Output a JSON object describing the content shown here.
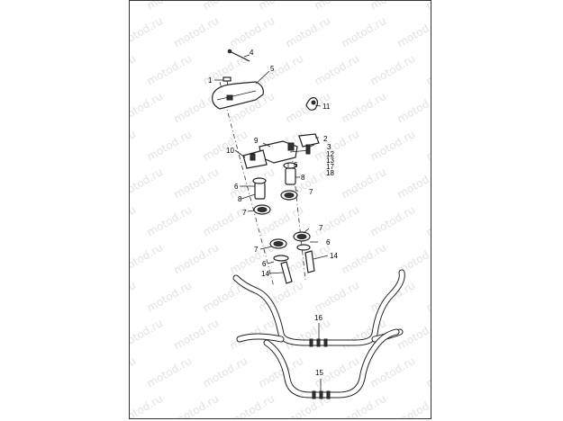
{
  "watermark": "motod.ru",
  "callouts": {
    "c1": "1",
    "c2": "2",
    "c3": "3",
    "c4": "4",
    "c5": "5",
    "c6a": "6",
    "c6b": "6",
    "c6c": "6",
    "c6d": "6",
    "c7a": "7",
    "c7b": "7",
    "c7c": "7",
    "c7d": "7",
    "c8a": "8",
    "c8b": "8",
    "c9": "9",
    "c10": "10",
    "c11": "11",
    "c12": "12",
    "c13": "13",
    "c17": "17",
    "c18": "18",
    "c14a": "14",
    "c14b": "14",
    "c15": "15",
    "c16": "16"
  }
}
